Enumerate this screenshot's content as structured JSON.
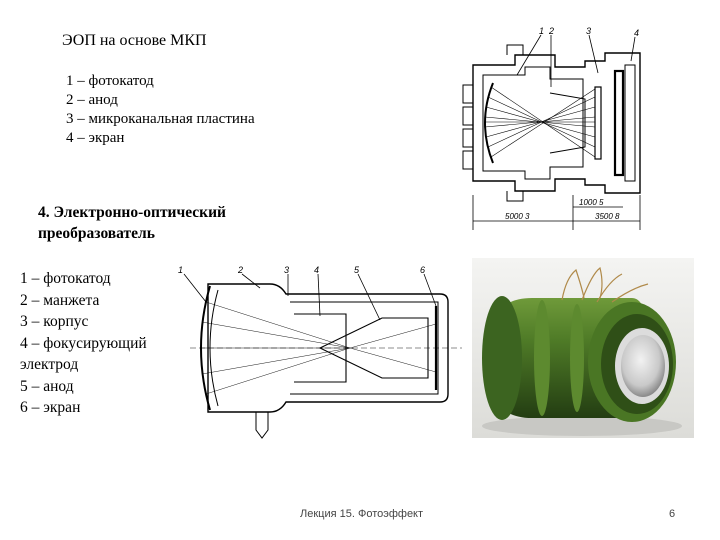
{
  "title_mcp": "ЭОП на основе МКП",
  "mcp_legend": [
    "1 – фотокатод",
    "2 – анод",
    "3 – микроканальная пластина",
    "4 – экран"
  ],
  "section_title": [
    "4. Электронно-оптический",
    "преобразователь"
  ],
  "converter_legend": [
    "1 – фотокатод",
    "2 – манжета",
    "3 – корпус",
    "4 – фокусирующий",
    "электрод",
    "5 – анод",
    "6 – экран"
  ],
  "diagram_mcp": {
    "callouts": [
      "1",
      "2",
      "3",
      "4"
    ],
    "dimensions": [
      "1000 5",
      "5000 3",
      "3500 8"
    ]
  },
  "diagram_converter": {
    "callouts": [
      "1",
      "2",
      "3",
      "4",
      "5",
      "6"
    ]
  },
  "photo": {
    "subject": "green image intensifier tube"
  },
  "footer": {
    "lecture": "Лекция 15. Фотоэффект",
    "page": "6"
  }
}
